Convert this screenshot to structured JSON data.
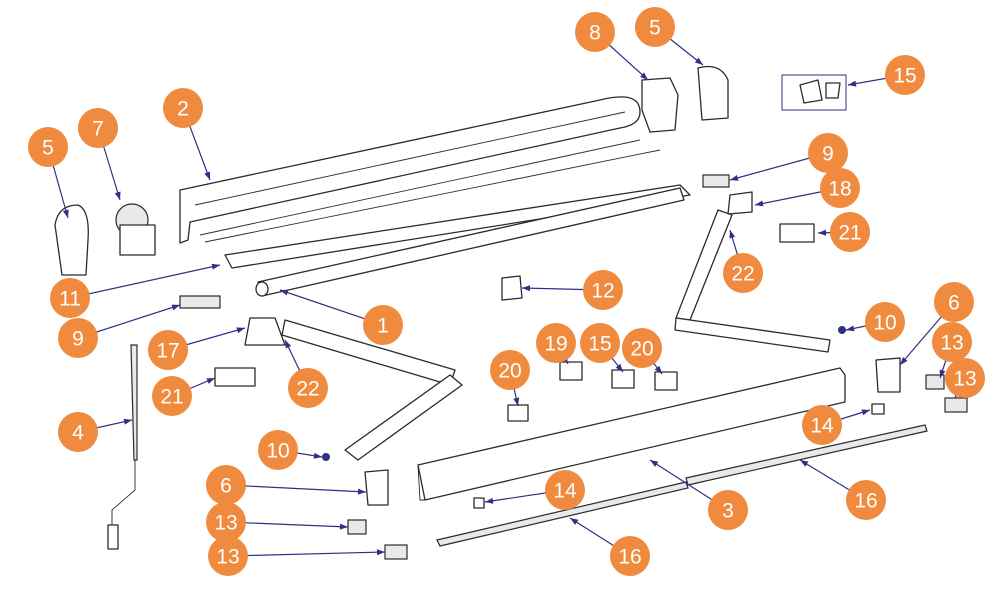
{
  "colors": {
    "callout_fill": "#EF8A3E",
    "leader_line": "#2E3184",
    "part_outline": "#2B2B2B"
  },
  "callouts": [
    {
      "label": "8"
    },
    {
      "label": "5"
    },
    {
      "label": "15"
    },
    {
      "label": "2"
    },
    {
      "label": "5"
    },
    {
      "label": "7"
    },
    {
      "label": "9"
    },
    {
      "label": "18"
    },
    {
      "label": "21"
    },
    {
      "label": "22"
    },
    {
      "label": "11"
    },
    {
      "label": "9"
    },
    {
      "label": "1"
    },
    {
      "label": "12"
    },
    {
      "label": "10"
    },
    {
      "label": "6"
    },
    {
      "label": "17"
    },
    {
      "label": "22"
    },
    {
      "label": "19"
    },
    {
      "label": "15"
    },
    {
      "label": "20"
    },
    {
      "label": "20"
    },
    {
      "label": "13"
    },
    {
      "label": "13"
    },
    {
      "label": "21"
    },
    {
      "label": "4"
    },
    {
      "label": "10"
    },
    {
      "label": "14"
    },
    {
      "label": "6"
    },
    {
      "label": "14"
    },
    {
      "label": "3"
    },
    {
      "label": "16"
    },
    {
      "label": "13"
    },
    {
      "label": "13"
    },
    {
      "label": "16"
    }
  ]
}
